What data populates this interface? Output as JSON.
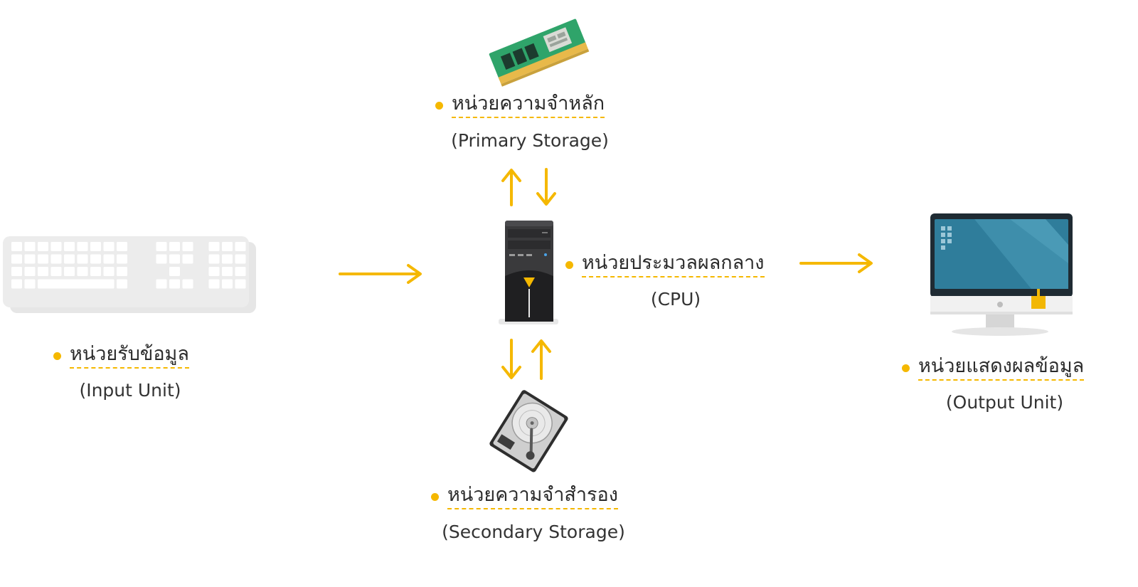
{
  "accent_color": "#F5B800",
  "nodes": {
    "primary_storage": {
      "title": "หน่วยความจำหลัก",
      "subtitle": "(Primary Storage)",
      "icon": "ram-module-icon"
    },
    "cpu": {
      "title": "หน่วยประมวลผลกลาง",
      "subtitle": "(CPU)",
      "icon": "computer-tower-icon"
    },
    "input": {
      "title": "หน่วยรับข้อมูล",
      "subtitle": "(Input Unit)",
      "icon": "keyboard-icon"
    },
    "output": {
      "title": "หน่วยแสดงผลข้อมูล",
      "subtitle": "(Output Unit)",
      "icon": "monitor-icon"
    },
    "secondary_storage": {
      "title": "หน่วยความจำสำรอง",
      "subtitle": "(Secondary Storage)",
      "icon": "hard-disk-icon"
    }
  },
  "arrows": [
    {
      "from": "input",
      "to": "cpu"
    },
    {
      "from": "cpu",
      "to": "output"
    },
    {
      "from": "cpu",
      "to": "primary_storage"
    },
    {
      "from": "primary_storage",
      "to": "cpu"
    },
    {
      "from": "cpu",
      "to": "secondary_storage"
    },
    {
      "from": "secondary_storage",
      "to": "cpu"
    }
  ]
}
